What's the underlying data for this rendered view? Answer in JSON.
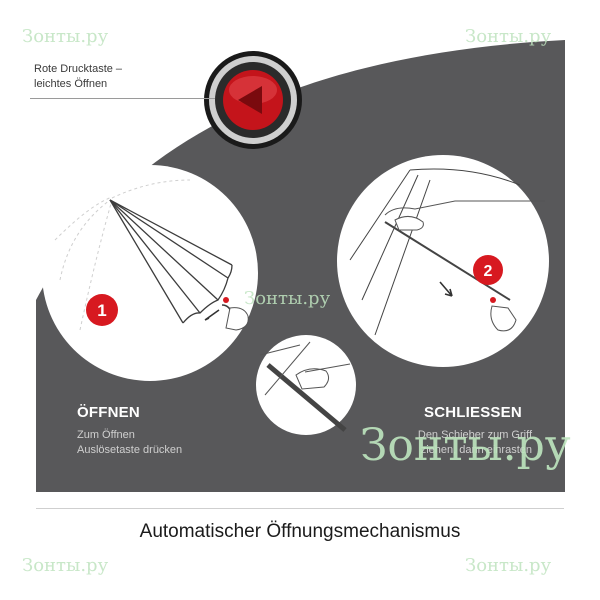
{
  "watermark": {
    "top_left": "Зонты.ру",
    "top_right": "Зонты.ру",
    "center": "Зонты.ру",
    "big": "Зонты.ру",
    "bottom_left": "Зонты.ру",
    "bottom_right": "Зонты.ру"
  },
  "callout": {
    "line1": "Rote Drucktaste –",
    "line2": "leichtes Öffnen"
  },
  "step_open": {
    "number": "1",
    "title": "ÖFFNEN",
    "desc_line1": "Zum Öffnen",
    "desc_line2": "Auslösetaste drücken"
  },
  "step_close": {
    "number": "2",
    "title": "SCHLIESSEN",
    "desc_line1": "Den Schieber zum Griff",
    "desc_line2": "ziehen, dann einrasten"
  },
  "caption": "Automatischer Öffnungsmechanismus",
  "colors": {
    "panel": "#58585a",
    "accent_red": "#d71920",
    "white": "#ffffff"
  },
  "icons": [
    "red-push-button-icon",
    "umbrella-open-illustration",
    "umbrella-close-illustration",
    "slider-closeup-illustration"
  ]
}
